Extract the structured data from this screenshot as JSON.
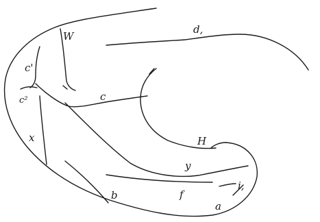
{
  "figure": {
    "labels": {
      "W": "W",
      "d": "d,",
      "c1": "c'",
      "c2": "c²",
      "c": "c",
      "x": "x",
      "H": "H",
      "y": "y",
      "b": "b",
      "f": "f",
      "i": "i,",
      "a": "a"
    },
    "colors": {
      "ink": "#1a1a1a",
      "paper": "#ffffff"
    }
  }
}
